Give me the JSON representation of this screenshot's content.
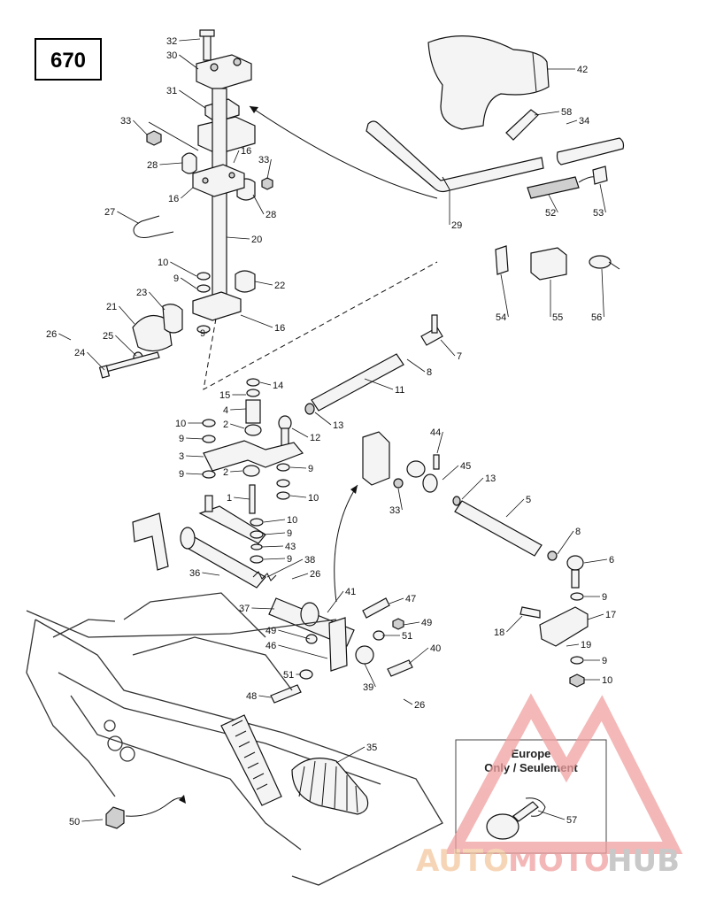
{
  "diagram_number": "670",
  "europe_note": {
    "line1": "Europe",
    "line2": "Only / Seulement"
  },
  "watermark": {
    "part1": "AUTO",
    "part2": "MOTO",
    "part3": "HUB",
    "colors": {
      "auto": "#f4c8a0",
      "moto": "#f0a0a0",
      "hub": "#b8b8b8"
    }
  },
  "callouts": [
    {
      "id": "c32",
      "text": "32"
    },
    {
      "id": "c30",
      "text": "30"
    },
    {
      "id": "c31",
      "text": "31"
    },
    {
      "id": "c33a",
      "text": "33"
    },
    {
      "id": "c16a",
      "text": "16"
    },
    {
      "id": "c33b",
      "text": "33"
    },
    {
      "id": "c28a",
      "text": "28"
    },
    {
      "id": "c16b",
      "text": "16"
    },
    {
      "id": "c28b",
      "text": "28"
    },
    {
      "id": "c27",
      "text": "27"
    },
    {
      "id": "c20",
      "text": "20"
    },
    {
      "id": "c10a",
      "text": "10"
    },
    {
      "id": "c9a",
      "text": "9"
    },
    {
      "id": "c22",
      "text": "22"
    },
    {
      "id": "c23",
      "text": "23"
    },
    {
      "id": "c21",
      "text": "21"
    },
    {
      "id": "c16c",
      "text": "16"
    },
    {
      "id": "c26a",
      "text": "26"
    },
    {
      "id": "c25",
      "text": "25"
    },
    {
      "id": "c9b",
      "text": "9"
    },
    {
      "id": "c24",
      "text": "24"
    },
    {
      "id": "c42",
      "text": "42"
    },
    {
      "id": "c58",
      "text": "58"
    },
    {
      "id": "c34",
      "text": "34"
    },
    {
      "id": "c29",
      "text": "29"
    },
    {
      "id": "c52",
      "text": "52"
    },
    {
      "id": "c53",
      "text": "53"
    },
    {
      "id": "c54",
      "text": "54"
    },
    {
      "id": "c55",
      "text": "55"
    },
    {
      "id": "c56",
      "text": "56"
    },
    {
      "id": "c7",
      "text": "7"
    },
    {
      "id": "c8a",
      "text": "8"
    },
    {
      "id": "c11",
      "text": "11"
    },
    {
      "id": "c14",
      "text": "14"
    },
    {
      "id": "c15",
      "text": "15"
    },
    {
      "id": "c4",
      "text": "4"
    },
    {
      "id": "c2a",
      "text": "2"
    },
    {
      "id": "c13a",
      "text": "13"
    },
    {
      "id": "c12",
      "text": "12"
    },
    {
      "id": "c10b",
      "text": "10"
    },
    {
      "id": "c9c",
      "text": "9"
    },
    {
      "id": "c3",
      "text": "3"
    },
    {
      "id": "c9d",
      "text": "9"
    },
    {
      "id": "c9e",
      "text": "9"
    },
    {
      "id": "c2b",
      "text": "2"
    },
    {
      "id": "c10c",
      "text": "10"
    },
    {
      "id": "c1",
      "text": "1"
    },
    {
      "id": "c10d",
      "text": "10"
    },
    {
      "id": "c9f",
      "text": "9"
    },
    {
      "id": "c43",
      "text": "43"
    },
    {
      "id": "c9g",
      "text": "9"
    },
    {
      "id": "c36",
      "text": "36"
    },
    {
      "id": "c38",
      "text": "38"
    },
    {
      "id": "c26b",
      "text": "26"
    },
    {
      "id": "c44",
      "text": "44"
    },
    {
      "id": "c45",
      "text": "45"
    },
    {
      "id": "c13b",
      "text": "13"
    },
    {
      "id": "c33c",
      "text": "33"
    },
    {
      "id": "c5",
      "text": "5"
    },
    {
      "id": "c8b",
      "text": "8"
    },
    {
      "id": "c6",
      "text": "6"
    },
    {
      "id": "c41",
      "text": "41"
    },
    {
      "id": "c47",
      "text": "47"
    },
    {
      "id": "c37",
      "text": "37"
    },
    {
      "id": "c49a",
      "text": "49"
    },
    {
      "id": "c49b",
      "text": "49"
    },
    {
      "id": "c46",
      "text": "46"
    },
    {
      "id": "c51a",
      "text": "51"
    },
    {
      "id": "c40",
      "text": "40"
    },
    {
      "id": "c9h",
      "text": "9"
    },
    {
      "id": "c17",
      "text": "17"
    },
    {
      "id": "c18",
      "text": "18"
    },
    {
      "id": "c19",
      "text": "19"
    },
    {
      "id": "c9i",
      "text": "9"
    },
    {
      "id": "c10e",
      "text": "10"
    },
    {
      "id": "c51b",
      "text": "51"
    },
    {
      "id": "c39",
      "text": "39"
    },
    {
      "id": "c48",
      "text": "48"
    },
    {
      "id": "c26c",
      "text": "26"
    },
    {
      "id": "c35",
      "text": "35"
    },
    {
      "id": "c50",
      "text": "50"
    },
    {
      "id": "c57",
      "text": "57"
    }
  ]
}
